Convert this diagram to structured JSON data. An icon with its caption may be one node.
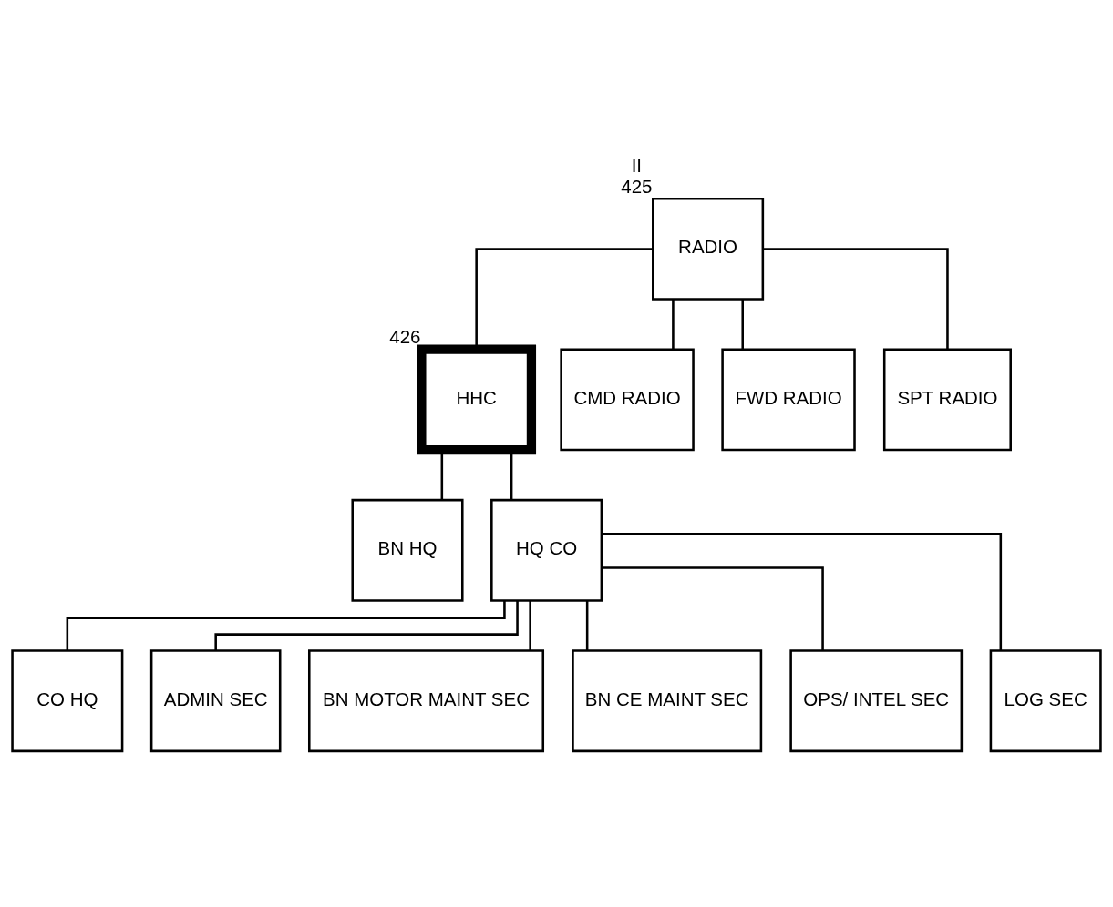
{
  "diagram": {
    "nodes": [
      {
        "text": [
          "RADIO"
        ],
        "beside": [
          "II",
          "425"
        ]
      },
      {
        "text": [
          "HHC"
        ],
        "beside": [
          "426"
        ]
      },
      {
        "text": [
          "CMD RADIO"
        ]
      },
      {
        "text": [
          "FWD RADIO"
        ]
      },
      {
        "text": [
          "SPT RADIO"
        ]
      },
      {
        "text": [
          "BN HQ"
        ]
      },
      {
        "text": [
          "HQ CO"
        ]
      },
      {
        "text": [
          "CO HQ"
        ]
      },
      {
        "text": [
          "ADMIN SEC"
        ]
      },
      {
        "text": [
          "BN MOTOR MAINT SEC"
        ]
      },
      {
        "text": [
          "BN CE MAINT SEC"
        ]
      },
      {
        "text": [
          "OPS/ INTEL SEC"
        ]
      },
      {
        "text": [
          "LOG SEC"
        ]
      }
    ],
    "edges": [
      {
        "from": 0,
        "to": 1,
        "arrow": "none"
      },
      {
        "from": 0,
        "to": 2,
        "arrow": "none"
      },
      {
        "from": 0,
        "to": 3,
        "arrow": "none"
      },
      {
        "from": 0,
        "to": 4,
        "arrow": "none"
      },
      {
        "from": 1,
        "to": 5,
        "arrow": "none"
      },
      {
        "from": 1,
        "to": 6,
        "arrow": "none"
      },
      {
        "from": 6,
        "to": 7,
        "arrow": "none"
      },
      {
        "from": 6,
        "to": 8,
        "arrow": "none"
      },
      {
        "from": 6,
        "to": 9,
        "arrow": "none"
      },
      {
        "from": 6,
        "to": 10,
        "arrow": "none"
      },
      {
        "from": 6,
        "to": 11,
        "arrow": "none"
      },
      {
        "from": 6,
        "to": 12,
        "arrow": "none"
      }
    ]
  }
}
